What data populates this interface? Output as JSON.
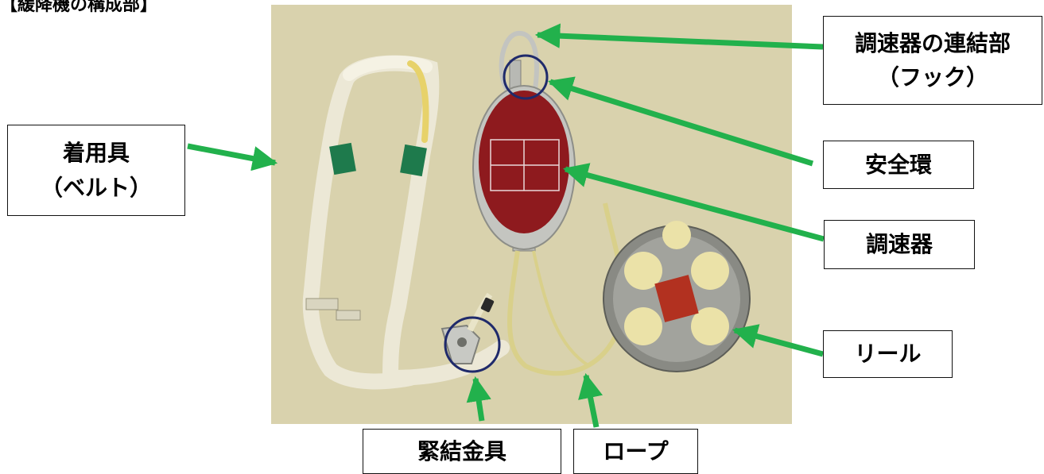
{
  "header": {
    "text": "【緩降機の構成部】"
  },
  "labels": {
    "harness": {
      "line1": "着用具",
      "line2": "（ベルト）"
    },
    "hook_connector": {
      "line1": "調速器の連結部",
      "line2": "（フック）"
    },
    "safety_ring": {
      "line1": "安全環"
    },
    "speed_governor": {
      "line1": "調速器"
    },
    "reel": {
      "line1": "リール"
    },
    "fastening_fitting": {
      "line1": "緊結金具"
    },
    "rope": {
      "line1": "ロープ"
    }
  },
  "colors": {
    "arrow": "#22b14c",
    "circle_highlight": "#1f2a6b",
    "governor_red": "#8e1a1e",
    "photo_background": "#ddd6b2"
  }
}
